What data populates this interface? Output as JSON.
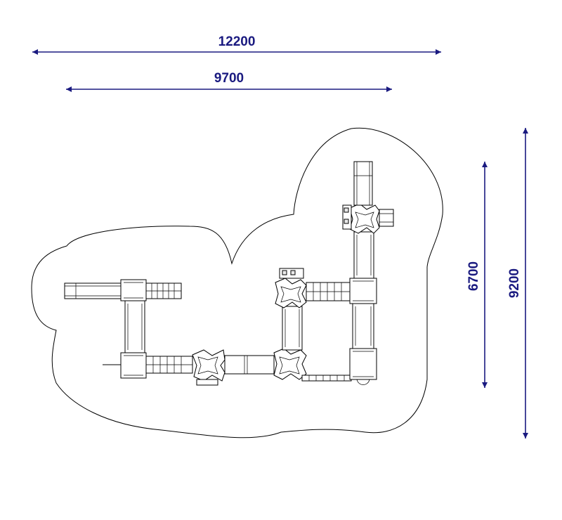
{
  "colors": {
    "dimension": "#1a1a80",
    "outline": "#000000",
    "background": "#ffffff"
  },
  "dimensions": {
    "overall_width": "12200",
    "structure_width": "9700",
    "structure_depth": "6700",
    "overall_depth": "9200"
  }
}
